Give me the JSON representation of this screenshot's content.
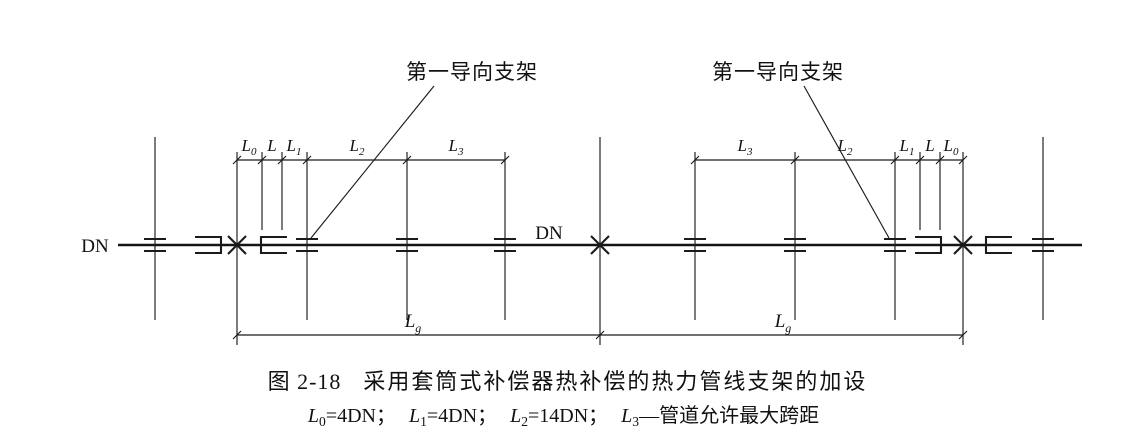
{
  "diagram": {
    "dn_left": "DN",
    "dn_mid": "DN",
    "callout_left": "第一导向支架",
    "callout_right": "第一导向支架"
  },
  "dims": {
    "L0": {
      "base": "L",
      "sub": "0"
    },
    "L": {
      "base": "L",
      "sub": ""
    },
    "L1": {
      "base": "L",
      "sub": "1"
    },
    "L2": {
      "base": "L",
      "sub": "2"
    },
    "L3": {
      "base": "L",
      "sub": "3"
    },
    "Lg": {
      "base": "L",
      "sub": "g"
    }
  },
  "caption": {
    "figure_no": "图 2-18",
    "title": "采用套筒式补偿器热补偿的热力管线支架的加设"
  },
  "formula": {
    "segs": [
      {
        "base": "L",
        "sub": "0",
        "tail": "=4DN；"
      },
      {
        "base": "L",
        "sub": "1",
        "tail": "=4DN；"
      },
      {
        "base": "L",
        "sub": "2",
        "tail": "=14DN；"
      },
      {
        "base": "L",
        "sub": "3",
        "tail": "—管道允许最大跨距"
      }
    ]
  },
  "colors": {
    "ink": "#1b1b1b",
    "background": "#ffffff"
  }
}
